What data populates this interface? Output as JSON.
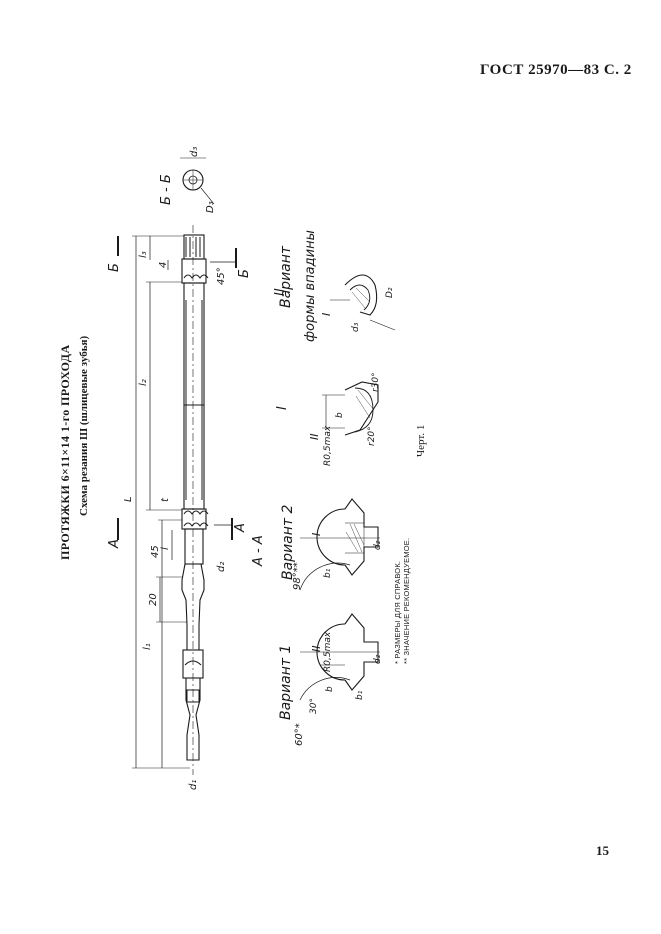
{
  "header": {
    "standard": "ГОСТ 25970—83 С. 2"
  },
  "title": {
    "main": "ПРОТЯЖКИ 6×11×14 1-го ПРОХОДА",
    "sub": "Схема резания Ш (шлицевые зубья)"
  },
  "figure": {
    "caption": "Черт. 1"
  },
  "labels": {
    "section_aa": "А - А",
    "section_bb": "Б - Б",
    "marker_a": "А",
    "marker_b": "Б",
    "variant1": "Вариант 1",
    "variant2": "Вариант 2",
    "variant_groove": "Вариант",
    "groove_shape": "формы впадины",
    "detail_1": "I",
    "detail_2": "II",
    "dim_L": "L",
    "dim_l1": "l₁",
    "dim_l2": "l₂",
    "dim_l3": "l₃",
    "dim_l": "l",
    "dim_t": "t",
    "dim_45": "45",
    "dim_20": "20",
    "dim_4": "4",
    "dim_d1": "d₁",
    "dim_d2": "d₂",
    "dim_d3": "d₃",
    "dim_D3": "D₃",
    "dim_D2": "D₂",
    "dim_b": "b",
    "dim_b1": "b₁",
    "dim_R05": "R0,5max",
    "dim_r30": "r30°",
    "dim_r20": "r20°",
    "angle_60": "60°*",
    "angle_30": "30°",
    "angle_45": "45°",
    "angle_98": "98°**"
  },
  "notes": {
    "line1": "* РАЗМЕРЫ ДЛЯ СПРАВОК.",
    "line2": "** ЗНАЧЕНИЕ РЕКОМЕНДУЕМОЕ."
  },
  "page_number": "15"
}
